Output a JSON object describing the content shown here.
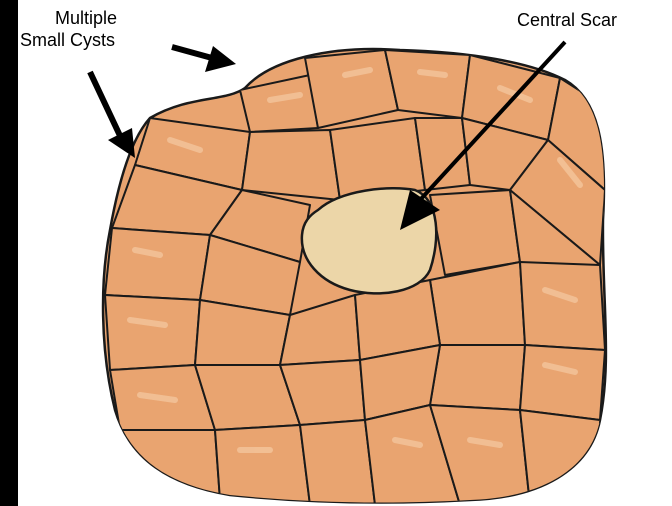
{
  "labels": {
    "cysts_line1": "Multiple",
    "cysts_line2": "Small Cysts",
    "scar": "Central Scar"
  },
  "colors": {
    "background": "#000000",
    "panel": "#ffffff",
    "cyst_fill": "#e9a470",
    "cyst_highlight": "#f4c59c",
    "scar_fill": "#ecd6a8",
    "outline": "#1a1a1a",
    "arrow": "#000000"
  }
}
